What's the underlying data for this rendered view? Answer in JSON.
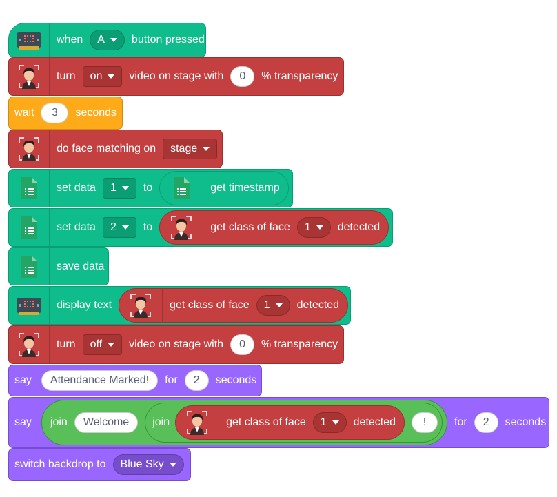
{
  "blocks": {
    "b1": {
      "pre": "when",
      "opt": "A",
      "post": "button pressed"
    },
    "b2": {
      "pre": "turn",
      "opt": "on",
      "mid": "video on stage with",
      "val": "0",
      "post": "% transparency"
    },
    "b3": {
      "pre": "wait",
      "val": "3",
      "post": "seconds"
    },
    "b4": {
      "pre": "do face matching on",
      "opt": "stage"
    },
    "b5": {
      "pre": "set  data",
      "opt": "1",
      "mid": "to",
      "rep": "get timestamp"
    },
    "b6": {
      "pre": "set  data",
      "opt": "2",
      "mid": "to",
      "rep_pre": "get class of face",
      "rep_opt": "1",
      "rep_post": "detected"
    },
    "b7": {
      "pre": "save data"
    },
    "b8": {
      "pre": "display text",
      "rep_pre": "get class of face",
      "rep_opt": "1",
      "rep_post": "detected"
    },
    "b9": {
      "pre": "turn",
      "opt": "off",
      "mid": "video on stage with",
      "val": "0",
      "post": "% transparency"
    },
    "b10": {
      "pre": "say",
      "val": "Attendance Marked!",
      "mid": "for",
      "val2": "2",
      "post": "seconds"
    },
    "b11": {
      "pre": "say",
      "join1": "join",
      "join1_val": "Welcome",
      "join2": "join",
      "rep_pre": "get class of face",
      "rep_opt": "1",
      "rep_post": "detected",
      "join2_val": "!",
      "mid": "for",
      "val2": "2",
      "post": "seconds"
    },
    "b12": {
      "pre": "switch backdrop to",
      "opt": "Blue Sky"
    }
  },
  "colors": {
    "events_green": "#0fbd8c",
    "face_red": "#c44040",
    "control_orange": "#ffab19",
    "looks_purple": "#9966ff",
    "operator_green": "#59c059"
  },
  "icons": [
    "microbit-icon",
    "face-detection-icon",
    "spreadsheet-icon"
  ]
}
